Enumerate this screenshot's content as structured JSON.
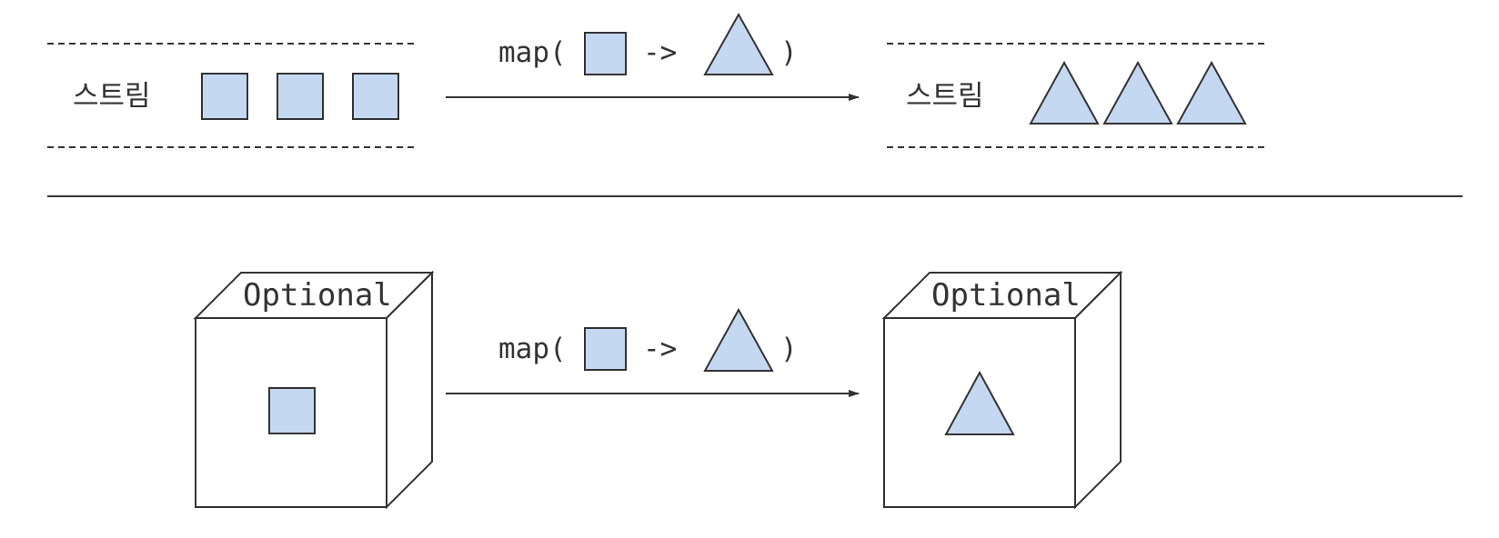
{
  "stream_section": {
    "input_label": "스트림",
    "output_label": "스트림",
    "input_item_shape": "square",
    "input_item_count": 3,
    "output_item_shape": "triangle",
    "output_item_count": 3,
    "map_open": "map(",
    "map_arrow": "->",
    "map_close": ")"
  },
  "optional_section": {
    "input_box_title": "Optional",
    "output_box_title": "Optional",
    "input_content_shape": "square",
    "output_content_shape": "triangle",
    "map_open": "map(",
    "map_arrow": "->",
    "map_close": ")"
  },
  "colors": {
    "shape_fill": "#c5d8f1",
    "stroke": "#333333"
  }
}
